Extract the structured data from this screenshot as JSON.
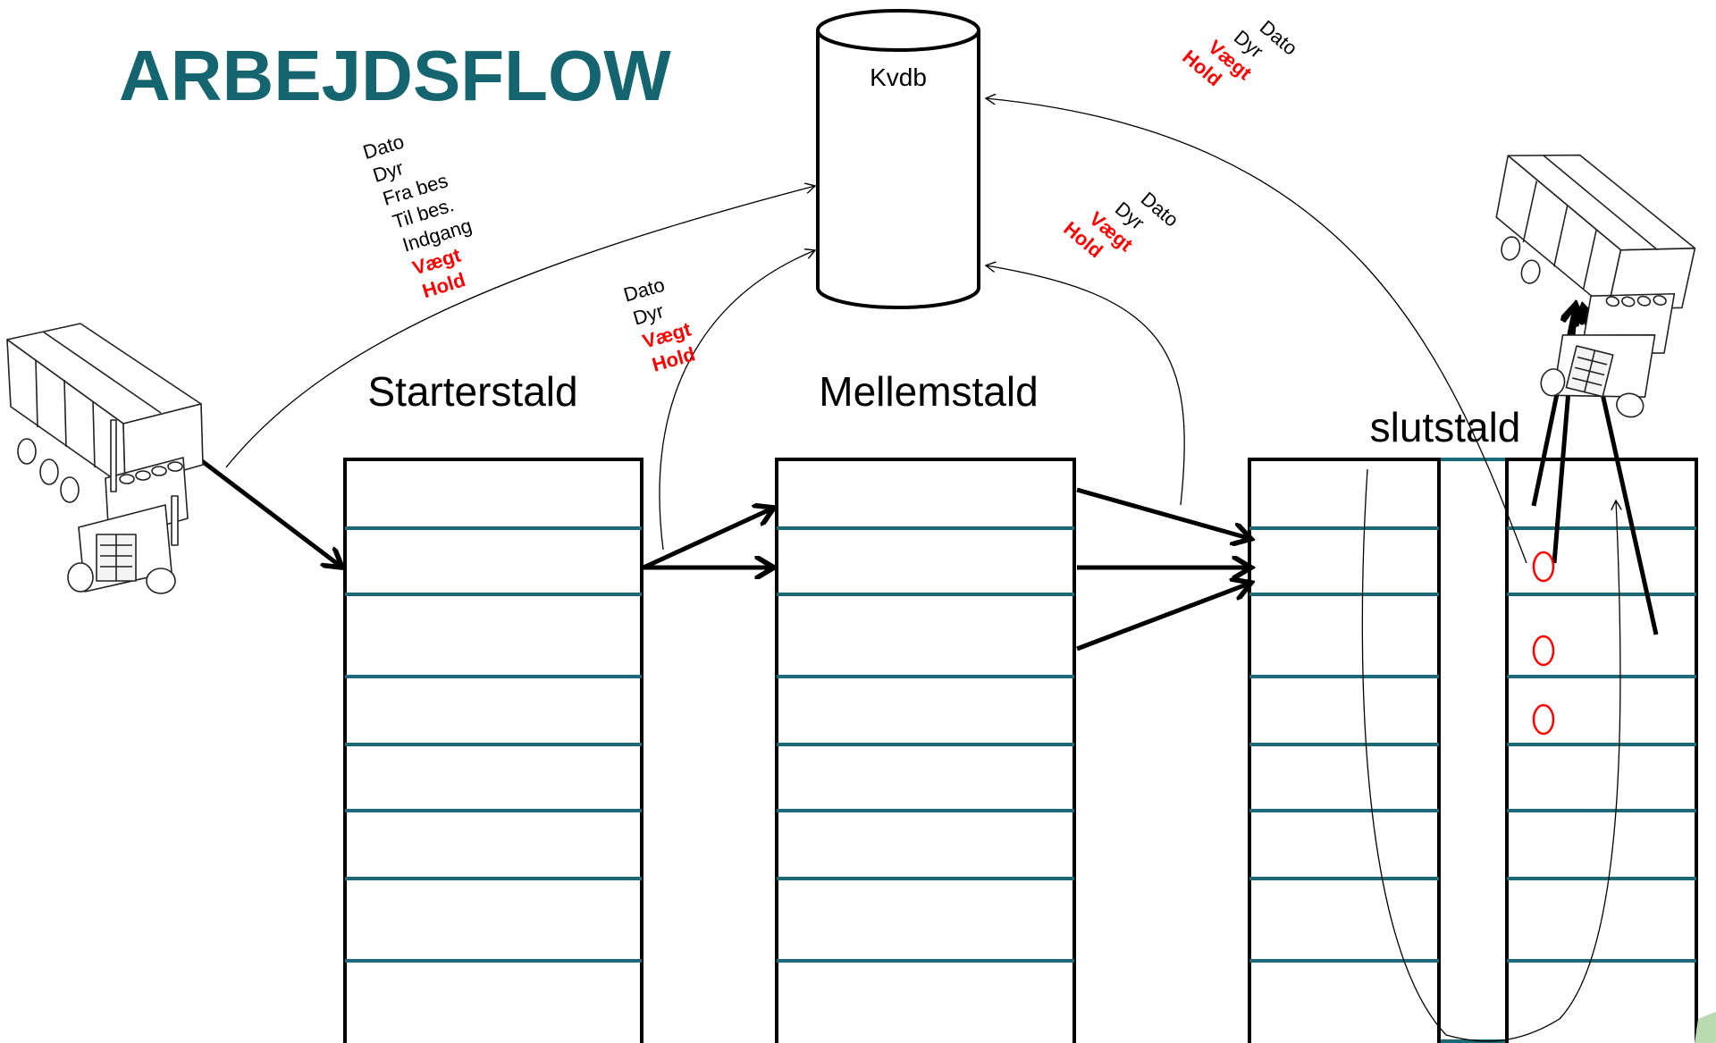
{
  "title": "ARBEJDSFLOW",
  "database": {
    "label": "Kvdb"
  },
  "stalde": {
    "starter": "Starterstald",
    "mellem": "Mellemstald",
    "slut": "slutstald"
  },
  "annotations": {
    "truck_to_db": [
      "Dato",
      "Dyr",
      "Fra bes",
      "Til bes.",
      "Indgang",
      "Vægt",
      "Hold"
    ],
    "starter_to_db": [
      "Dato",
      "Dyr",
      "Vægt",
      "Hold"
    ],
    "mellem_to_db": [
      "Dato",
      "Dyr",
      "Vægt",
      "Hold"
    ],
    "slut_to_db": [
      "Dato",
      "Dyr",
      "Vægt",
      "Hold"
    ]
  },
  "colors": {
    "title": "#14656f",
    "divider": "#1a6b77",
    "highlight": "#ff0000",
    "line": "#000000"
  },
  "icons": [
    "truck-icon-left",
    "truck-icon-right",
    "database-cylinder-icon"
  ]
}
